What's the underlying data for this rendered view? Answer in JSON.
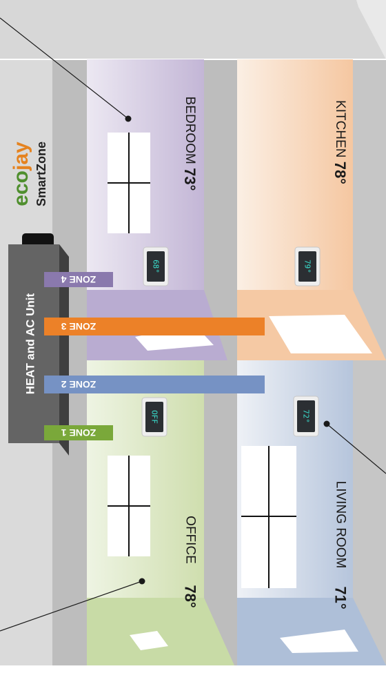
{
  "brand": {
    "name": "ecojay",
    "product": "SmartZone",
    "eco_color": "#4f8f2e",
    "jay_color": "#e58320"
  },
  "unit": {
    "label": "HEAT and AC Unit"
  },
  "zones": [
    {
      "label": "ZONE 1",
      "color": "#7aa83a"
    },
    {
      "label": "ZONE 2",
      "color": "#7692c4"
    },
    {
      "label": "ZONE 3",
      "color": "#ec8128"
    },
    {
      "label": "ZONE 4",
      "color": "#8a79ad"
    }
  ],
  "rooms": {
    "bedroom": {
      "name": "BEDROOM",
      "temp": "73°",
      "thermostat": "68°",
      "color": "#c9bfdc"
    },
    "kitchen": {
      "name": "KITCHEN",
      "temp": "78°",
      "thermostat": "79°",
      "color": "#f6cfae"
    },
    "office": {
      "name": "OFFICE",
      "temp": "78°",
      "thermostat": "OFF",
      "color": "#d4e2b6"
    },
    "living": {
      "name": "LIVING ROOM",
      "temp": "71°",
      "thermostat": "72°",
      "color": "#bcc9de"
    }
  }
}
